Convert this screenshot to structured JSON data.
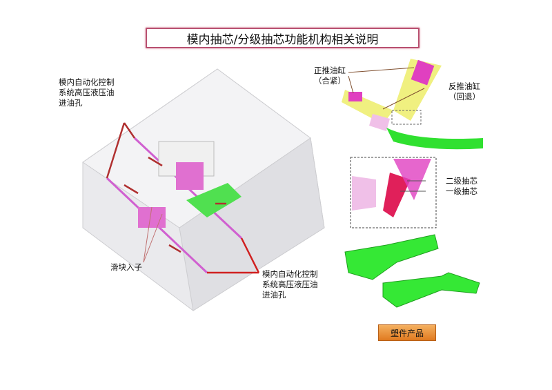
{
  "title": "模内抽芯/分级抽芯功能机构相关说明",
  "labels": {
    "inlet_top": [
      "模内自动化控制",
      "系统高压液压油",
      "进油孔"
    ],
    "inlet_bottom": [
      "模内自动化控制",
      "系统高压液压油",
      "进油孔"
    ],
    "slider_insert": "滑块入子",
    "forward_cylinder": [
      "正推油缸",
      "（合紧）"
    ],
    "reverse_cylinder": [
      "反推油缸",
      "（回退）"
    ],
    "second_core": "二级抽芯",
    "first_core": "一级抽芯"
  },
  "product_button": "塑件产品",
  "colors": {
    "arrow": "#c03030",
    "pipe": "#d060d0",
    "part": "#40e040",
    "cylinder": "#e040c0",
    "rail": "#f0f080"
  }
}
